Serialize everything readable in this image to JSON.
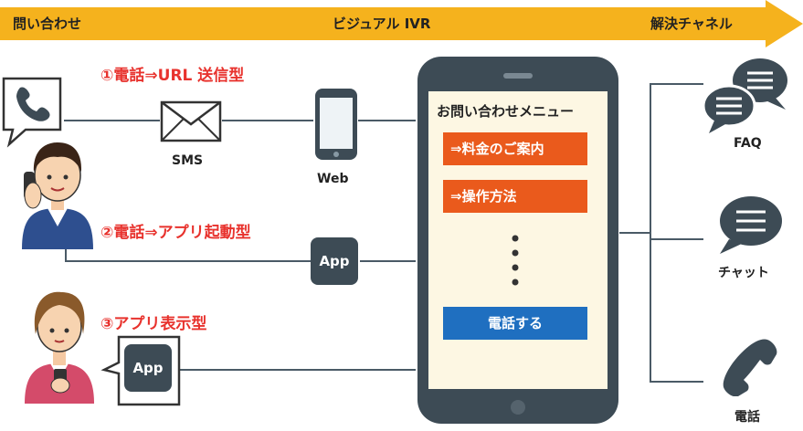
{
  "header": {
    "left": "問い合わせ",
    "center": "ビジュアル IVR",
    "right": "解決チャネル"
  },
  "methods": {
    "m1": "①電話⇒URL 送信型",
    "m2": "②電話⇒アプリ起動型",
    "m3": "③アプリ表示型"
  },
  "labels": {
    "sms": "SMS",
    "web": "Web",
    "app1": "App",
    "app2": "App"
  },
  "phone_screen": {
    "title": "お問い合わせメニュー",
    "item1": "⇒料金のご案内",
    "item2": "⇒操作方法",
    "call": "電話する"
  },
  "channels": {
    "faq": "FAQ",
    "chat": "チャット",
    "phone": "電話"
  },
  "colors": {
    "arrow": "#f5b21d",
    "method_text": "#e8322d",
    "menu_item": "#ea5a1c",
    "call_button": "#1f6fc0",
    "device": "#3d4b55",
    "connector": "#4a5a66"
  }
}
